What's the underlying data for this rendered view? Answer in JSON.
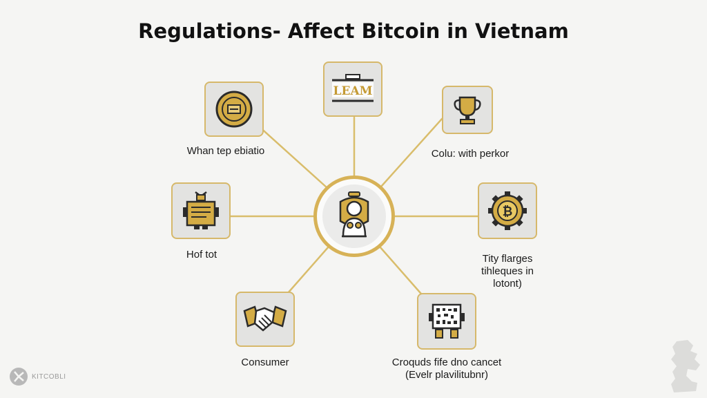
{
  "title": "Regulations- Affect Bitcoin in Vietnam",
  "nodes": [
    {
      "id": "top-left",
      "label": "Whan tep ebiatio",
      "icon": "coin-icon"
    },
    {
      "id": "top",
      "label": "",
      "icon": "leam-banner-icon",
      "icon_text": "LEAM"
    },
    {
      "id": "top-right",
      "label": "Colu: with perkor",
      "icon": "trophy-icon"
    },
    {
      "id": "left",
      "label": "Hof tot",
      "icon": "document-robot-icon"
    },
    {
      "id": "right",
      "label_lines": [
        "Tity flarges",
        "tihleques in",
        "lotont)"
      ],
      "icon": "bitcoin-gear-icon"
    },
    {
      "id": "bottom-left",
      "label": "Consumer",
      "icon": "handshake-icon"
    },
    {
      "id": "bottom-right",
      "label_lines": [
        "Croquds fife dno cancet",
        "(Evelr plavilitubnr)"
      ],
      "icon": "qr-board-icon"
    }
  ],
  "center": {
    "icon": "person-icon"
  },
  "footer": {
    "logo_text": "KITCOBLI"
  },
  "colors": {
    "accent": "#d7b257",
    "line": "#d9bd6b",
    "node_bg": "#e3e3e1",
    "background": "#f5f5f3"
  }
}
